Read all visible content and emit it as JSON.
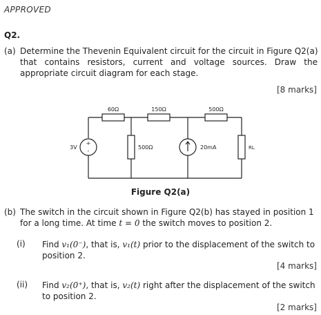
{
  "header": {
    "status": "APPROVED"
  },
  "question": {
    "number": "Q2.",
    "part_a": {
      "label": "(a)",
      "line1": "Determine the Thevenin Equivalent circuit for the circuit in Figure Q2(a)",
      "line2": "that contains resistors, current and voltage sources. Draw the",
      "line3": "appropriate circuit diagram for each stage.",
      "marks": "[8 marks]"
    },
    "figure": {
      "caption": "Figure Q2(a)",
      "r1": "60Ω",
      "r2": "150Ω",
      "r3": "500Ω",
      "r_shunt": "500Ω",
      "voltage_source": "3V",
      "current_source": "20mA",
      "load": "RL",
      "plus": "+",
      "minus": "-"
    },
    "part_b": {
      "label": "(b)",
      "line1": "The switch in the circuit shown in Figure Q2(b) has stayed in position 1",
      "line2_pre": "for a long time. At time ",
      "line2_math": "t = 0",
      "line2_post": " the switch moves to position 2.",
      "sub_i": {
        "label": "(i)",
        "pre": "Find ",
        "math1": "v₁(0⁻)",
        "mid": ", that is, ",
        "math2": "v₁(t)",
        "post": " prior to the displacement of the switch to",
        "line2": "position 2.",
        "marks": "[4 marks]"
      },
      "sub_ii": {
        "label": "(ii)",
        "pre": "Find ",
        "math1": "v₂(0⁺)",
        "mid": ", that is, ",
        "math2": "v₂(t)",
        "post": " right after the displacement of the switch",
        "line2": "to position 2.",
        "marks": "[2 marks]"
      }
    }
  }
}
